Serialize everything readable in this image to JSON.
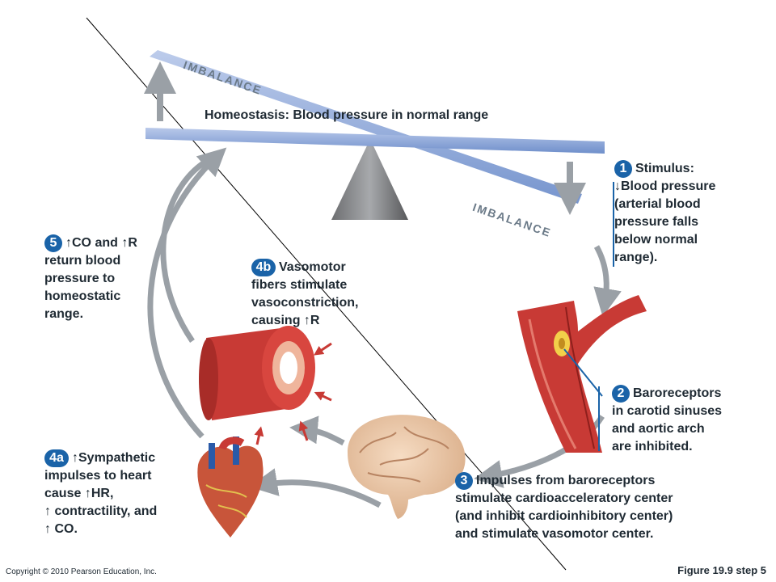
{
  "header": {
    "homeostasis_label": "Homeostasis:",
    "homeostasis_text": "Blood pressure in normal range"
  },
  "imbalance_top": "IMBALANCE",
  "imbalance_bottom": "IMBALANCE",
  "steps": {
    "s1": {
      "num": "1",
      "title": "Stimulus:",
      "lines": [
        "Blood pressure",
        "(arterial blood",
        "pressure falls",
        "below normal",
        "range)."
      ]
    },
    "s2": {
      "num": "2",
      "lines": [
        "Baroreceptors",
        "in carotid sinuses",
        "and aortic arch",
        "are inhibited."
      ]
    },
    "s3": {
      "num": "3",
      "lines": [
        "Impulses from baroreceptors",
        "stimulate cardioacceleratory center",
        "(and inhibit cardioinhibitory center)",
        "and stimulate vasomotor center."
      ]
    },
    "s4a": {
      "num": "4a",
      "lines": [
        "Sympathetic",
        "impulses to heart",
        "cause",
        "HR,",
        "contractility, and",
        "CO."
      ]
    },
    "s4b": {
      "num": "4b",
      "lines": [
        "Vasomotor",
        "fibers stimulate",
        "vasoconstriction,",
        "causing",
        "R"
      ]
    },
    "s5": {
      "num": "5",
      "lines": [
        "CO and",
        "R",
        "return blood",
        "pressure to",
        "homeostatic",
        "range."
      ]
    }
  },
  "footer": {
    "copyright": "Copyright © 2010 Pearson Education, Inc.",
    "figure": "Figure 19.9 step 5"
  },
  "colors": {
    "accent_blue": "#1a63a8",
    "beam_blue": "#8ba6d6",
    "arrow_gray": "#9aa0a6",
    "vessel_red": "#c83a35"
  }
}
